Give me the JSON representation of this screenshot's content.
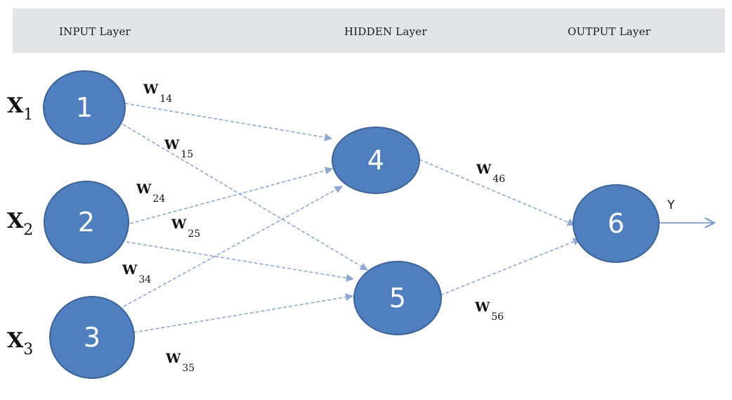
{
  "header": {
    "input_layer": "INPUT Layer",
    "hidden_layer": "HIDDEN Layer",
    "output_layer": "OUTPUT Layer"
  },
  "nodes": [
    {
      "id": "1",
      "label": "1"
    },
    {
      "id": "2",
      "label": "2"
    },
    {
      "id": "3",
      "label": "3"
    },
    {
      "id": "4",
      "label": "4"
    },
    {
      "id": "5",
      "label": "5"
    },
    {
      "id": "6",
      "label": "6"
    }
  ],
  "inputs": [
    {
      "main": "X",
      "sub": "1"
    },
    {
      "main": "X",
      "sub": "2"
    },
    {
      "main": "X",
      "sub": "3"
    }
  ],
  "weights": [
    {
      "main": "W",
      "sub": "14"
    },
    {
      "main": "W",
      "sub": "15"
    },
    {
      "main": "W",
      "sub": "24"
    },
    {
      "main": "W",
      "sub": "25"
    },
    {
      "main": "W",
      "sub": "34"
    },
    {
      "main": "W",
      "sub": "35"
    },
    {
      "main": "W",
      "sub": "46"
    },
    {
      "main": "W",
      "sub": "56"
    }
  ],
  "output": {
    "label": "Y"
  },
  "colors": {
    "node_fill": "#4f7fbe",
    "edge": "#8fa9cf",
    "header_band": "#e2e4e8"
  }
}
